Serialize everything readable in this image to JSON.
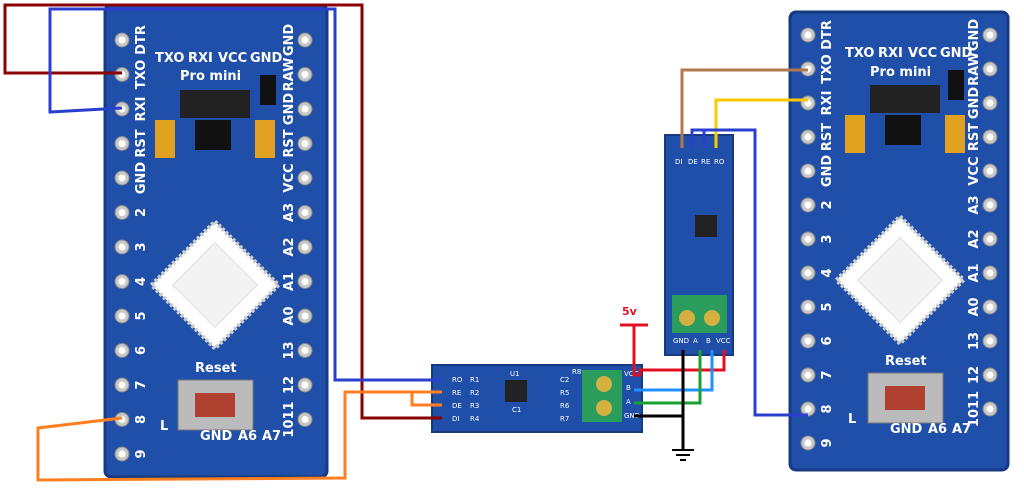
{
  "colors": {
    "board": "#1f4fa8",
    "board_edge": "#163a80",
    "terminal": "#2a9d5c",
    "wire_darkred": "#8b0000",
    "wire_blue": "#2a3fd0",
    "wire_orange": "#ff7f20",
    "wire_brown": "#b07850",
    "wire_yellow": "#ffc800",
    "wire_red": "#e01020",
    "wire_green": "#18a030",
    "wire_lightblue": "#1e90ff",
    "wire_black": "#000000"
  },
  "left_board": {
    "top_labels": [
      "TXO",
      "RXI",
      "VCC",
      "GND"
    ],
    "model": "Pro mini",
    "left_pins": [
      "DTR",
      "TXO",
      "RXI",
      "RST",
      "GND",
      "2",
      "3",
      "4",
      "5",
      "6",
      "7",
      "8",
      "9"
    ],
    "right_pins": [
      "GND",
      "RAW",
      "GND",
      "RST",
      "VCC",
      "A3",
      "A2",
      "A1",
      "A0",
      "13",
      "12",
      "1011"
    ],
    "bottom_labels": [
      "GND",
      "A6",
      "A7"
    ],
    "reset_label": "Reset",
    "led_label": "L"
  },
  "right_board": {
    "top_labels": [
      "TXO",
      "RXI",
      "VCC",
      "GND"
    ],
    "model": "Pro mini",
    "left_pins": [
      "DTR",
      "TXO",
      "RXI",
      "RST",
      "GND",
      "2",
      "3",
      "4",
      "5",
      "6",
      "7",
      "8",
      "9"
    ],
    "right_pins": [
      "GND",
      "RAW",
      "GND",
      "RST",
      "VCC",
      "A3",
      "A2",
      "A1",
      "A0",
      "13",
      "12",
      "1011"
    ],
    "bottom_labels": [
      "GND",
      "A6",
      "A7"
    ],
    "reset_label": "Reset",
    "led_label": "L"
  },
  "rs485_horizontal": {
    "pins_left": [
      "RO",
      "RE",
      "DE",
      "DI"
    ],
    "pins_right": [
      "VCC",
      "B",
      "A",
      "GND"
    ],
    "parts": [
      "R1",
      "R2",
      "R3",
      "R4",
      "U1",
      "C1",
      "C2",
      "R5",
      "R6",
      "R7",
      "R8"
    ]
  },
  "rs485_vertical": {
    "pins_top": [
      "DI",
      "DE",
      "RE",
      "RO"
    ],
    "pins_bottom": [
      "GND",
      "A",
      "B",
      "VCC"
    ]
  },
  "power_label": "5v"
}
